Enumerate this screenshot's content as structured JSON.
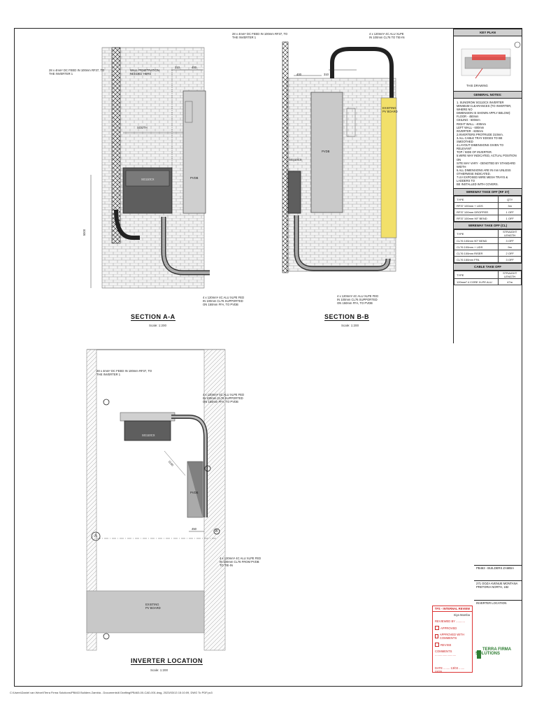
{
  "drawing": {
    "section_a": {
      "title": "SECTION A-A",
      "scale": "Scale: 1:200",
      "labels": {
        "dc_feed": "28 x 4mm² DC FEED IN 100mm RF37, TO\nTHE INVERTER 1",
        "wall_pen": "WALL PENETRATION\nNEEDED HERE",
        "inverter": "SG110CX",
        "pvdb": "PVDB",
        "ac_feed": "4 x 120mm² 4C ALU XLPE FED\nIN 100mm CL76 SUPPORTED\nON 150mm FFA, TO PVDB",
        "dim_top1": "310",
        "dim_top2": "400",
        "dim_side": "5000",
        "dim_vert": "SOUTH"
      }
    },
    "section_b": {
      "title": "SECTION B-B",
      "scale": "Scale: 1:200",
      "labels": {
        "dc_feed": "28 x 4mm² DC FEED IN 100mm RF37, TO\nTHE INVERTER 1",
        "ac_top": "4 x 120mm² 4C ALU XLPE\nIN 100mm CL76 TO TIE-IN",
        "existing": "EXISTING\nPV BOARD",
        "inverter": "SG110CX",
        "pvdb": "PVDB",
        "ac_feed": "4 x 120mm² 4C ALU XLPE FED\nIN 100mm CL76 SUPPORTED\nON 150mm FFA, TO PVDB",
        "dim_top1": "400",
        "dim_top2": "310"
      }
    },
    "plan": {
      "title": "INVERTER LOCATION",
      "scale": "Scale: 1:200",
      "labels": {
        "dc_feed": "28 x 4mm² DC FEED IN 100mm RF37, TO\nTHE INVERTER 1",
        "ac_feed": "4 x 120mm² 4C ALU XLPE FED\nIN 100mm CL76 SUPPORTED\nON 150mm FFA, TO PVDB",
        "ac_tiein": "4 x 120mm² 4C ALU XLPE FED\nIN 100mm CL76 FROM PVDB\nTO TIE-IN",
        "inverter": "SG110CX",
        "pvdb": "PVDB",
        "existing": "EXISTING\nPV BOARD",
        "dim_450": "450",
        "dim_diag": "1190",
        "marker_a": "A",
        "marker_b": "B"
      }
    }
  },
  "panel": {
    "key_plan": "KEY PLAN",
    "this_drawing": "THIS DRAWING",
    "general_notes_head": "GENERAL NOTES:",
    "general_notes": "1. SUNGROW SG110CX INVERTER\n   MINIMUM CLEARANCES (TO INVERTER, WHERE NO\n   DIMENSION IS SHOWN APPLY BELOW):\n   FLOOR - 450mm\n   CEILING - 600mm\n   RIGHT WALL - 400mm\n   LEFT WALL - 600mm\n   INVERTER - 600mm\n2.INVERTERS PROTRUDE 310mm.\n3.ALL CABLE TRAY EDGES TO BE SMOOTHED\n4.LAYOUT DIMENSIONS GIVEN TO RELEVANT\n   TOP / SIDE OF INVERTER.\n5.WIRE WAY INDICATED, ACTUAL POSITION ON\n   SITE MAY VARY - DENOTED BY STANDARD WIDTH\n6.ALL DIMENSIONS ARE IN mm UNLESS\n   OTHERWISE INDICATED.\n7.UV EXPOSED WIRE MESH TRAYS & LADDERS TO\n   BE INSTALLED WITH COVERS.",
    "wireway_rf_head": "WIREWAY TAKE OFF (RF 37)",
    "wireway_rf": [
      [
        "TYPE",
        "QTY"
      ],
      [
        "RF37 100mm + LIDS",
        "3m"
      ],
      [
        "RF37 100mm DROPPER",
        "1 OFF"
      ],
      [
        "RF37 100mm 90° BEND",
        "1 OFF"
      ]
    ],
    "wireway_cl_head": "WIREWAY TAKE OFF (CL)",
    "wireway_cl": [
      [
        "TYPE",
        "STRAIGHT LENGTH"
      ],
      [
        "CL76 100mm 90° BEND",
        "3 OFF"
      ],
      [
        "CL76 100mm + LIDS",
        "9m"
      ],
      [
        "CL76 100mm RISER",
        "2 OFF"
      ],
      [
        "CL76 150mm FFA",
        "3 OFF"
      ]
    ],
    "cable_head": "CABLE TAKE OFF",
    "cable": [
      [
        "TYPE",
        "STRAIGHT LENGTH"
      ],
      [
        "120mm² 4 CORE XLPE ALU",
        "47m"
      ]
    ]
  },
  "title_block": {
    "client": "PB463 - BUILDERS ZAMBIA",
    "address": "271 OOZA AVENUE MONTANA\nPRETORIA NORTH, 182",
    "drawing_title": "INVERTER LOCATION",
    "company": "TERRA FIRMA SOLUTIONS"
  },
  "review": {
    "header": "TFS - INTERNAL REVIEW",
    "reviewer": "Siya Mamba",
    "reviewed_by": "REVIEWED BY ...........",
    "approved": "APPROVED",
    "approved_comments": "APPROVED WITH COMMENTS",
    "revise": "REVISE",
    "comments": "COMMENTS ..........................",
    "date": "DATE ........ 13/03 ....... SIGN ......"
  },
  "footer_path": "C:\\Users\\Daniel van Wezel\\Terra Firma Solutions\\PB463 Builders Zambia - Documents\\6 Drafting\\PB463-00-CAD-001.dwg, 2023/03/13 15:10:09, DWG To PDF.pc3"
}
